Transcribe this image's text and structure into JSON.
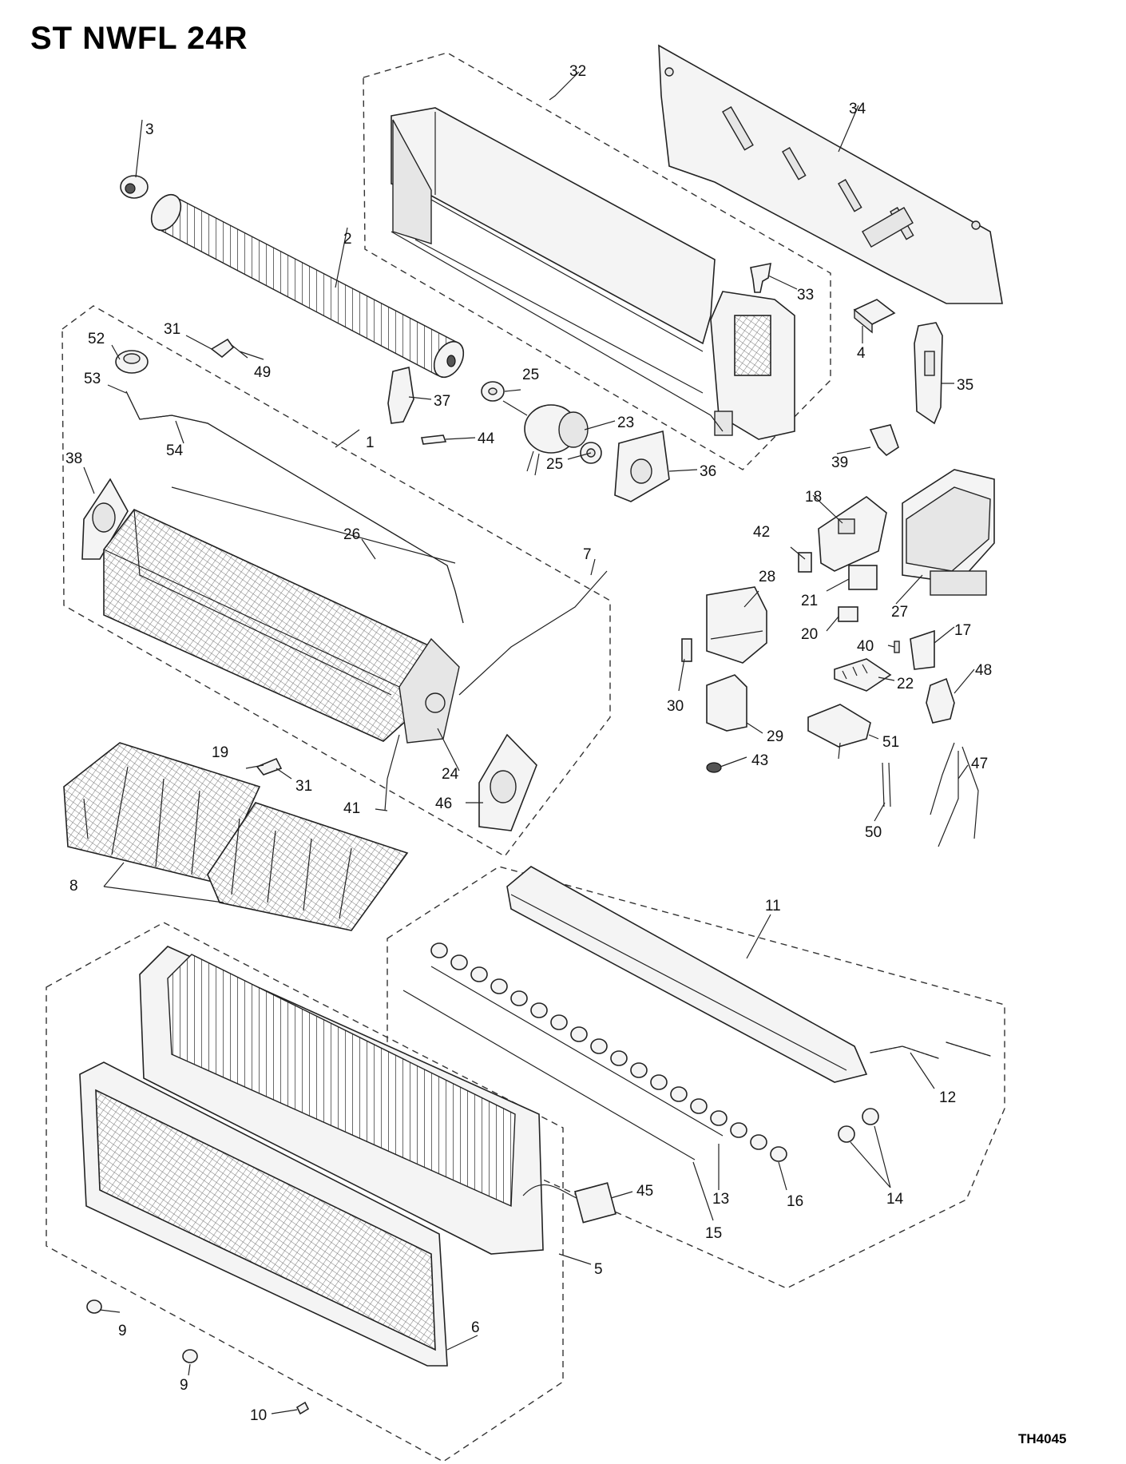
{
  "header": {
    "title": "ST NWFL 24R"
  },
  "footer": {
    "drawing_code": "TH4045"
  },
  "callouts": {
    "c1": "1",
    "c2": "2",
    "c3": "3",
    "c4": "4",
    "c5": "5",
    "c6": "6",
    "c7": "7",
    "c8": "8",
    "c9a": "9",
    "c9b": "9",
    "c10": "10",
    "c11": "11",
    "c12": "12",
    "c13": "13",
    "c14": "14",
    "c15": "15",
    "c16": "16",
    "c17": "17",
    "c18": "18",
    "c19": "19",
    "c20": "20",
    "c21": "21",
    "c22": "22",
    "c23": "23",
    "c24": "24",
    "c25a": "25",
    "c25b": "25",
    "c26": "26",
    "c27": "27",
    "c28": "28",
    "c29": "29",
    "c30": "30",
    "c31a": "31",
    "c31b": "31",
    "c32": "32",
    "c33": "33",
    "c34": "34",
    "c35": "35",
    "c36": "36",
    "c37": "37",
    "c38": "38",
    "c39": "39",
    "c40": "40",
    "c41": "41",
    "c42": "42",
    "c43": "43",
    "c44": "44",
    "c45": "45",
    "c46": "46",
    "c47": "47",
    "c48": "48",
    "c49": "49",
    "c50": "50",
    "c51": "51",
    "c52": "52",
    "c53": "53",
    "c54": "54"
  }
}
